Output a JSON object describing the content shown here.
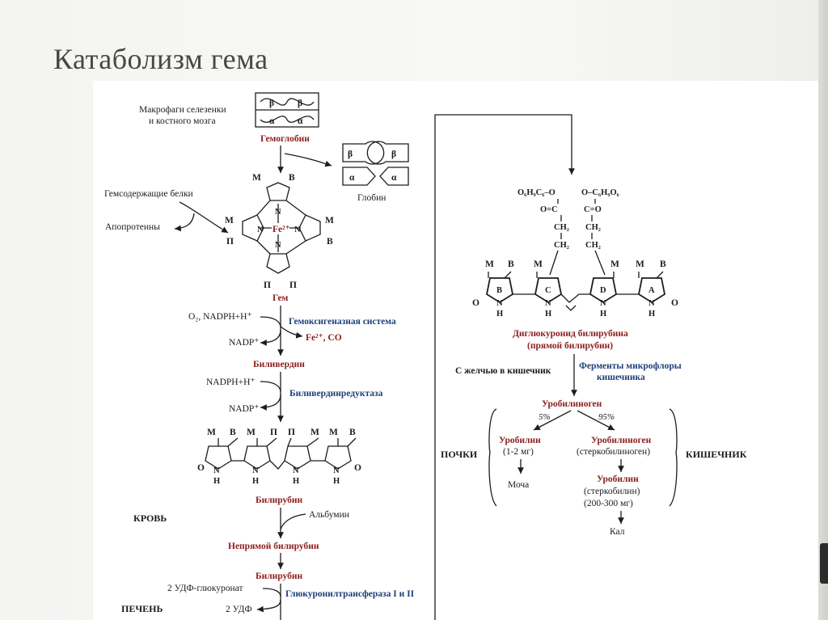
{
  "title": "Катаболизм гема",
  "left": {
    "macrophages": [
      "Макрофаги селезенки",
      "и костного мозга"
    ],
    "beta": "β",
    "alpha": "α",
    "hemoglobin": "Гемоглобин",
    "globin": "Глобин",
    "heme_proteins": "Гемсодержащие белки",
    "apoproteins": "Апопротеины",
    "fe": "Fe²⁺",
    "heme": "Гем",
    "o2_nadph": "O₂, NADPH+H⁺",
    "heme_oxygenase": "Гемоксигеназная система",
    "fe_co": "Fe²⁺, CO",
    "nadp1": "NADP⁺",
    "biliverdin": "Биливердин",
    "nadph2": "NADPH+H⁺",
    "biliverdin_reductase": "Биливердинредуктаза",
    "nadp2": "NADP⁺",
    "bilirubin": "Билирубин",
    "blood": "КРОВЬ",
    "albumin": "Альбумин",
    "indirect_bilirubin": "Непрямой билирубин",
    "bilirubin2": "Билирубин",
    "udp_glucuronate": "2 УДФ-глюкуронат",
    "udp": "2 УДФ",
    "glucuronyltransferase": "Глюкуронилтрансфераза I и II",
    "liver": "ПЕЧЕНЬ"
  },
  "right": {
    "sub_left": "O₆H₉C₆–O",
    "sub_right": "O–C₆H₉O₆",
    "co_left": "O=C",
    "co_right": "C=O",
    "ch2": "CH₂",
    "diglucuronide": [
      "Диглюкуронид билирубина",
      "(прямой билирубин)"
    ],
    "with_bile": "С желчью в кишечник",
    "enzymes": [
      "Ферменты микрофлоры",
      "кишечника"
    ],
    "urobilinogen": "Уробилиноген",
    "pct5": "5%",
    "pct95": "95%",
    "kidneys": "ПОЧКИ",
    "intestine": "КИШЕЧНИК",
    "urobilin": "Уробилин",
    "urobilin_mg": "(1-2 мг)",
    "urine": "Моча",
    "urobilinogen2": "Уробилиноген",
    "stercobilinogen": "(стеркобилиноген)",
    "urobilin2": "Уробилин",
    "stercobilin": "(стеркобилин)",
    "stercobilin_mg": "(200-300 мг)",
    "feces": "Кал"
  },
  "ring_labels": {
    "M": "M",
    "V": "B",
    "P": "П",
    "N": "N",
    "H": "H",
    "O": "O",
    "A": "A",
    "B": "B",
    "C": "C",
    "D": "D"
  }
}
